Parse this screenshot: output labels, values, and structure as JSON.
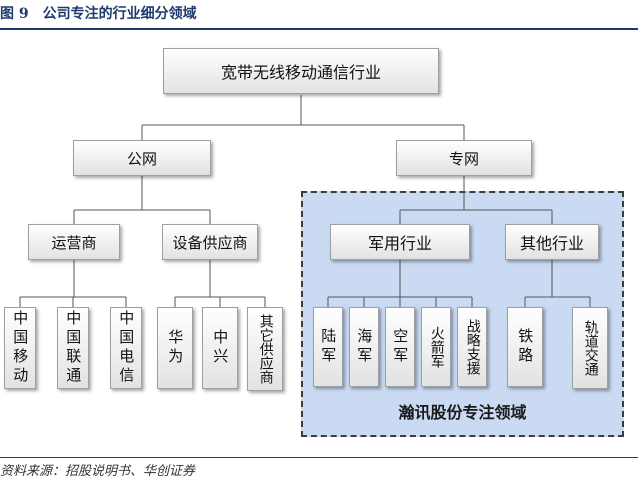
{
  "figure": {
    "number": "图 9",
    "title": "公司专注的行业细分领域",
    "source": "资料来源：招股说明书、华创证券"
  },
  "diagram": {
    "root": "宽带无线移动通信行业",
    "public_net": "公网",
    "private_net": "专网",
    "operators": "运营商",
    "equipment_suppliers": "设备供应商",
    "military": "军用行业",
    "other_industries": "其他行业",
    "operators_list": [
      "中国移动",
      "中国联通",
      "中国电信"
    ],
    "suppliers_list": [
      "华为",
      "中兴",
      "其它供应商"
    ],
    "military_list": [
      "陆军",
      "海军",
      "空军",
      "火箭军",
      "战略支援"
    ],
    "other_list": [
      "铁路",
      "轨道交通"
    ],
    "focus_region_label": "瀚讯股份专注领域"
  }
}
